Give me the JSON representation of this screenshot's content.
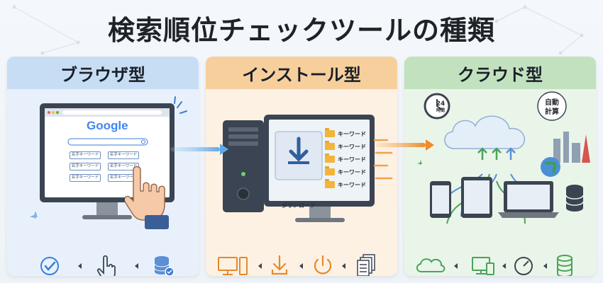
{
  "title": "検索順位チェックツールの種類",
  "panels": [
    {
      "header": "ブラウザ型",
      "google_logo": "Google",
      "keywords": [
        "名字キーワード",
        "名字キーワード",
        "名字キーワード",
        "名字キーワード",
        "名字キーワード",
        "名字キーワード"
      ],
      "flow_icons": [
        "check-circle-icon",
        "pointer-hand-icon",
        "database-check-icon"
      ]
    },
    {
      "header": "インストール型",
      "download_label": "ダウンロード",
      "keywords": [
        "キーワード",
        "キーワード",
        "キーワード",
        "キーワード",
        "キーワード"
      ],
      "flow_icons": [
        "desktop-pc-icon",
        "download-icon",
        "power-icon",
        "documents-icon"
      ]
    },
    {
      "header": "クラウド型",
      "clock_label": "24",
      "clock_sub": "時間",
      "auto_calc_line1": "自動",
      "auto_calc_line2": "計算",
      "flow_icons": [
        "cloud-icon",
        "devices-icon",
        "gauge-icon",
        "database-icon"
      ]
    }
  ],
  "colors": {
    "browser_accent": "#3b7dd8",
    "install_accent": "#e58a2b",
    "cloud_accent": "#4aa35a"
  }
}
